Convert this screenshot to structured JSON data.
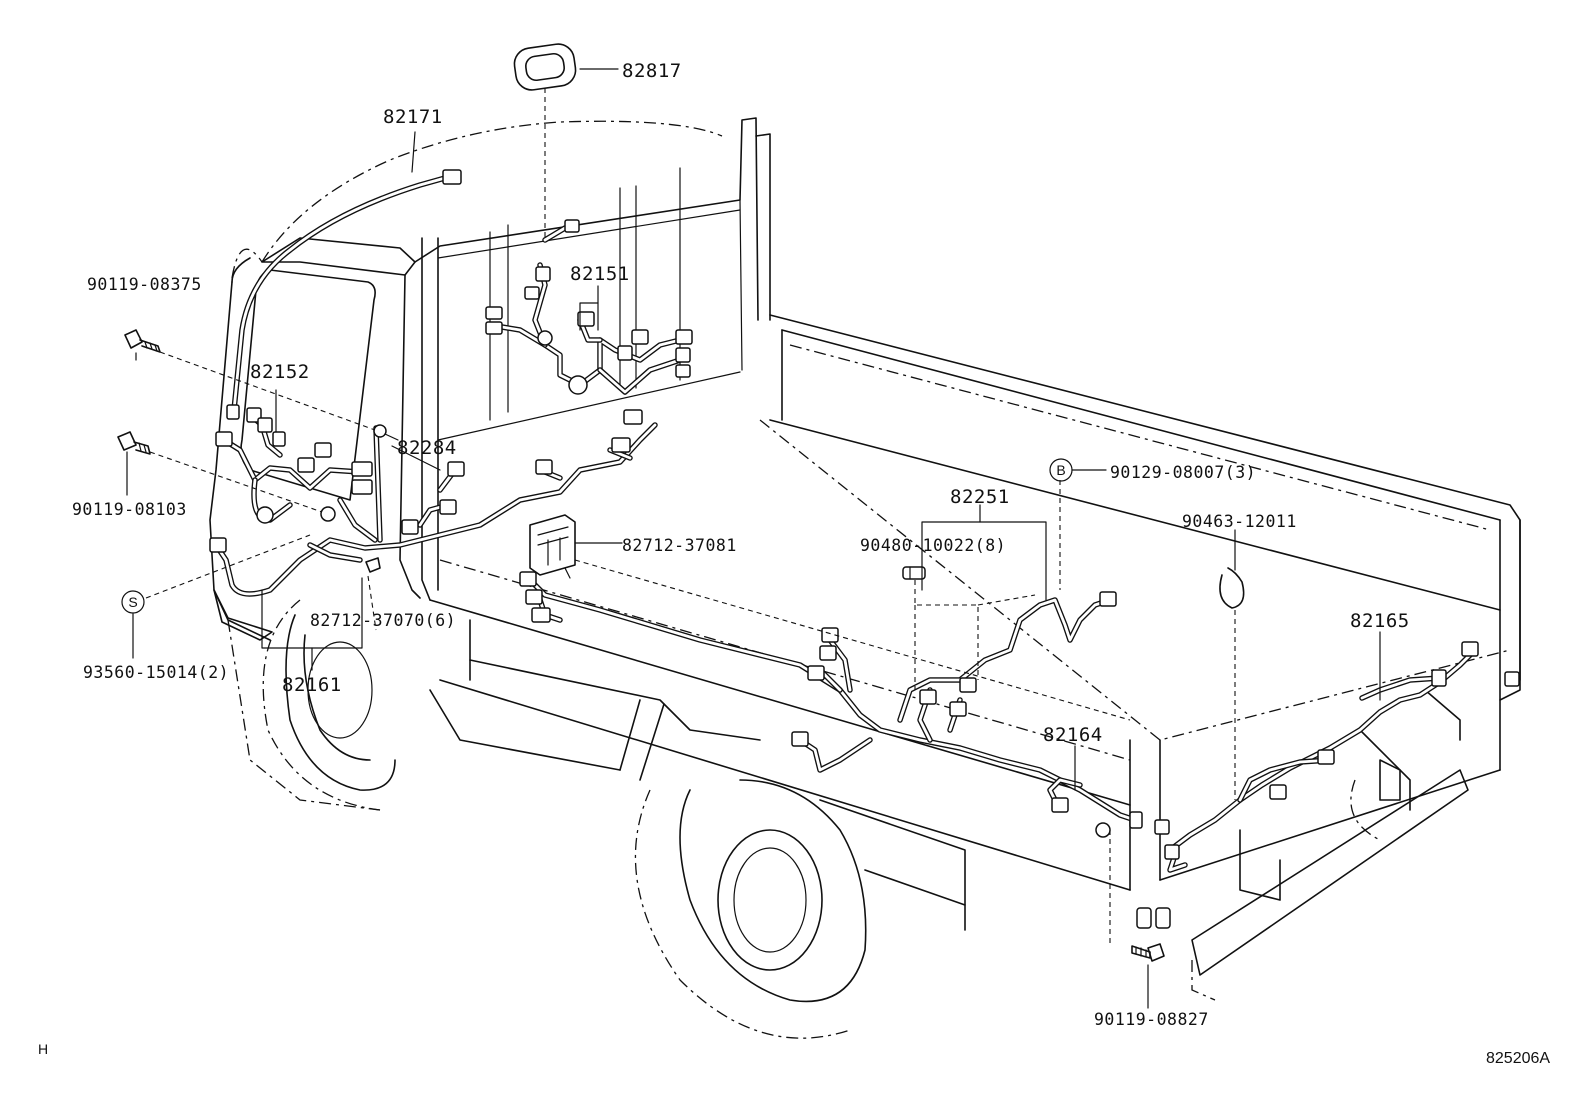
{
  "labels": {
    "p82817": "82817",
    "p82171": "82171",
    "p82151": "82151",
    "p90119_08375": "90119-08375",
    "p82152": "82152",
    "p82284": "82284",
    "p90119_08103": "90119-08103",
    "p82712_37081": "82712-37081",
    "p90129_08007": "90129-08007(3)",
    "p82251": "82251",
    "p90480_10022": "90480-10022(8)",
    "p90463_12011": "90463-12011",
    "p82712_37070": "82712-37070(6)",
    "p93560_15014": "93560-15014(2)",
    "p82161": "82161",
    "p82165": "82165",
    "p82164": "82164",
    "p90119_08827": "90119-08827"
  },
  "markers": {
    "b": "B",
    "s": "S"
  },
  "footer": {
    "corner_mark": "H",
    "diagram_code": "825206A"
  }
}
